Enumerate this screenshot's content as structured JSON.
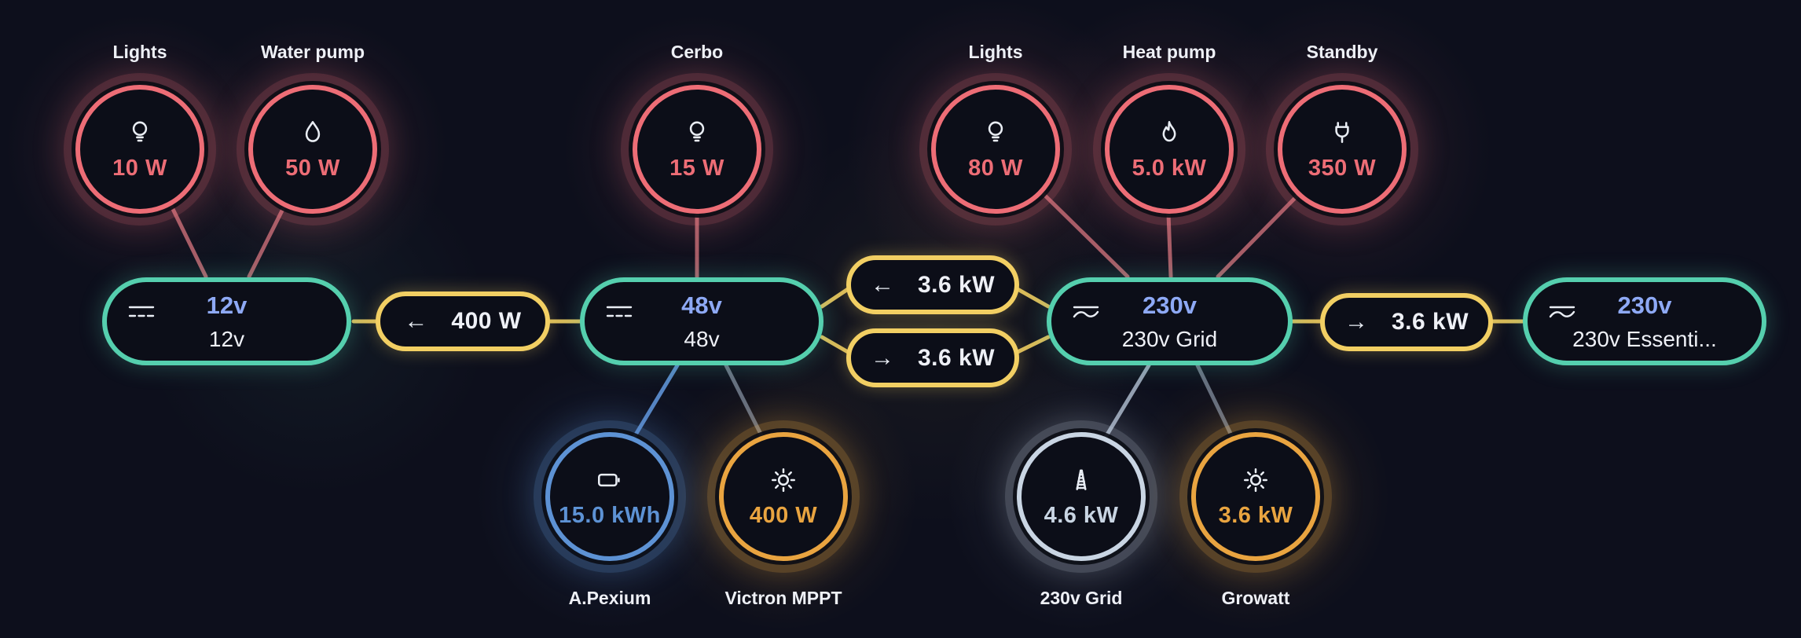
{
  "colors": {
    "background": "#0d0f1c",
    "text": "#eef0f6",
    "bus_title_accent": "#8ea9f5",
    "icon": "#e9edf4",
    "roles": {
      "load": {
        "main": "#ed6d76",
        "soft": "rgba(237,109,118,0.26)"
      },
      "bus": {
        "main": "#55cfae",
        "soft": "rgba(85,207,174,0.30)"
      },
      "flow": {
        "main": "#f2cf63",
        "soft": "rgba(242,207,99,0.32)"
      },
      "battery": {
        "main": "#5d92d4",
        "soft": "rgba(93,146,212,0.30)"
      },
      "solar": {
        "main": "#e9a440",
        "soft": "rgba(233,164,64,0.30)"
      },
      "grid": {
        "main": "#c9d5e3",
        "soft": "rgba(201,213,227,0.26)"
      }
    },
    "lines": {
      "load": "#b4646e",
      "flow": "#e9c95f",
      "battery": "#5d8fd1",
      "dim": "#6e7787",
      "grid": "#9fabbd"
    }
  },
  "top_devices": [
    {
      "label": "Lights",
      "value": "10 W"
    },
    {
      "label": "Water pump",
      "value": "50 W"
    },
    {
      "label": "Cerbo",
      "value": "15 W"
    },
    {
      "label": "Lights",
      "value": "80 W"
    },
    {
      "label": "Heat pump",
      "value": "5.0 kW"
    },
    {
      "label": "Standby",
      "value": "350 W"
    }
  ],
  "buses": [
    {
      "title": "12v",
      "subtitle": "12v"
    },
    {
      "title": "48v",
      "subtitle": "48v"
    },
    {
      "title": "230v",
      "subtitle": "230v Grid"
    },
    {
      "title": "230v",
      "subtitle": "230v Essenti..."
    }
  ],
  "flows": [
    {
      "arrow": "←",
      "value": "400 W"
    },
    {
      "arrow": "←",
      "value": "3.6 kW"
    },
    {
      "arrow": "→",
      "value": "3.6 kW"
    },
    {
      "arrow": "→",
      "value": "3.6 kW"
    }
  ],
  "bottom_devices": [
    {
      "label": "A.Pexium",
      "value": "15.0 kWh"
    },
    {
      "label": "Victron MPPT",
      "value": "400 W"
    },
    {
      "label": "230v Grid",
      "value": "4.6 kW"
    },
    {
      "label": "Growatt",
      "value": "3.6 kW"
    }
  ]
}
